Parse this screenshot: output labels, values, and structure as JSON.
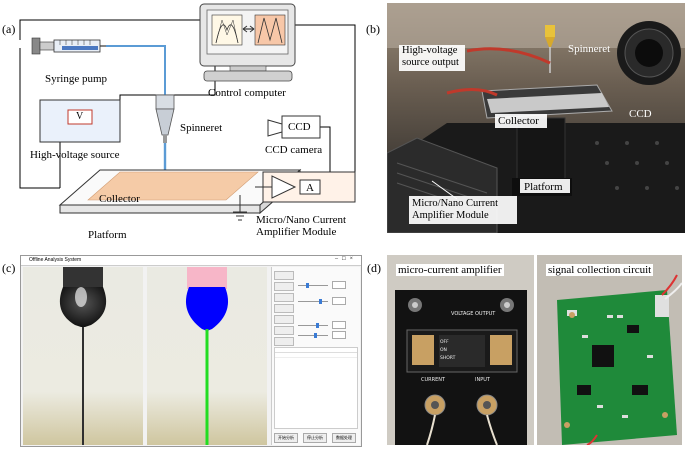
{
  "panels": {
    "a": {
      "letter": "(a)",
      "syringe_pump": "Syringe pump",
      "control_computer": "Control computer",
      "hv_symbol": "V",
      "hv_source": "High-voltage source",
      "spinneret": "Spinneret",
      "ccd_symbol": "CCD",
      "ccd_camera": "CCD camera",
      "collector": "Collector",
      "amp_symbol": "A",
      "platform": "Platform",
      "amp_module_line1": "Micro/Nano Current",
      "amp_module_line2": "Amplifier Module"
    },
    "b": {
      "letter": "(b)",
      "hv_output_line1": "High-voltage",
      "hv_output_line2": "source output",
      "spinneret": "Spinneret",
      "ccd": "CCD",
      "collector": "Collector",
      "platform": "Platform",
      "amp_module_line1": "Micro/Nano Current",
      "amp_module_line2": "Amplifier Module"
    },
    "c": {
      "letter": "(c)",
      "window_title": "Offline Analysis System",
      "bottom_buttons": [
        "开始分析",
        "停止分析",
        "数据处理"
      ]
    },
    "d": {
      "letter": "(d)",
      "left_title": "micro-current amplifier",
      "right_title": "signal collection circuit",
      "voltage_output": "VOLTAGE OUTPUT",
      "current": "CURRENT",
      "input": "INPUT",
      "off": "OFF",
      "on": "ON",
      "short": "SHORT"
    }
  },
  "colors": {
    "collector_fill": "#f5cba7",
    "fiber_blue": "#5b9bd5",
    "droplet_blue": "#0000ff",
    "jet_green": "#22dd22",
    "taylor_pink": "#f7b6c8"
  }
}
